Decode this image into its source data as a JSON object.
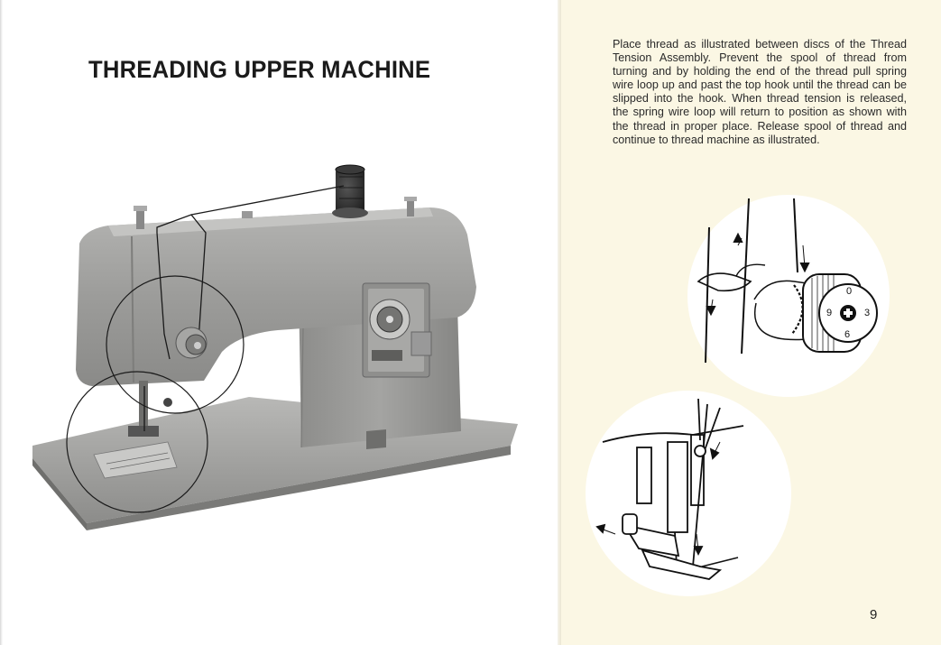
{
  "left_page": {
    "title": "THREADING UPPER MACHINE"
  },
  "right_page": {
    "instructions": "Place thread as illustrated between discs of the Thread Tension Assembly. Prevent the spool of thread from turning and by holding the end of the thread pull spring wire loop up and past the top hook until the thread can be slipped into the hook. When thread tension is released, the spring wire loop will return to position as shown with the thread in proper place. Release spool of thread and continue to thread machine as illustrated.",
    "page_number": "9",
    "tension_dial_numbers": [
      "0",
      "3",
      "6",
      "9"
    ]
  },
  "colors": {
    "left_paper": "#ffffff",
    "right_paper": "#fbf7e4",
    "machine_gray": "#9a9a98",
    "ink": "#1b1b1b"
  }
}
